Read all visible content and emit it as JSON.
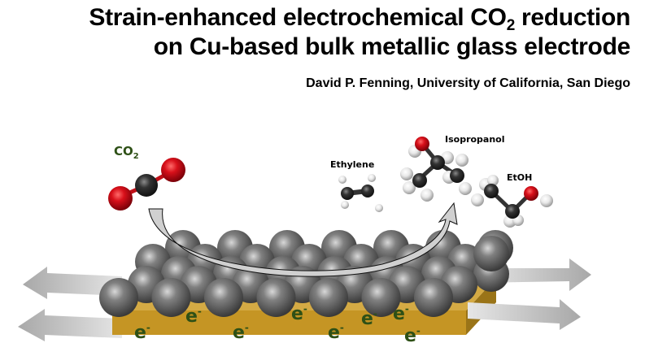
{
  "title": {
    "line1_pre": "Strain-enhanced electrochemical CO",
    "line1_sub": "2",
    "line1_post": " reduction",
    "line2": "on Cu-based bulk metallic glass electrode"
  },
  "author": "David P. Fenning, University of California, San Diego",
  "molecules": {
    "co2": {
      "label": "CO",
      "sub": "2"
    },
    "ethylene": {
      "label": "Ethylene"
    },
    "isopropanol": {
      "label": "Isopropanol"
    },
    "etoh": {
      "label": "EtOH"
    }
  },
  "electron_label": "e",
  "electron_sup": "-",
  "colors": {
    "label_green": "#2e5016",
    "substrate_gold": "#c59524",
    "oxygen_red": "#d0101a",
    "carbon_dark": "#2e2e2e",
    "hydrogen_white": "#e6e6e6",
    "atom_gray": "#6e6e6e",
    "strain_arrow_gray": "#b4b4b4"
  }
}
